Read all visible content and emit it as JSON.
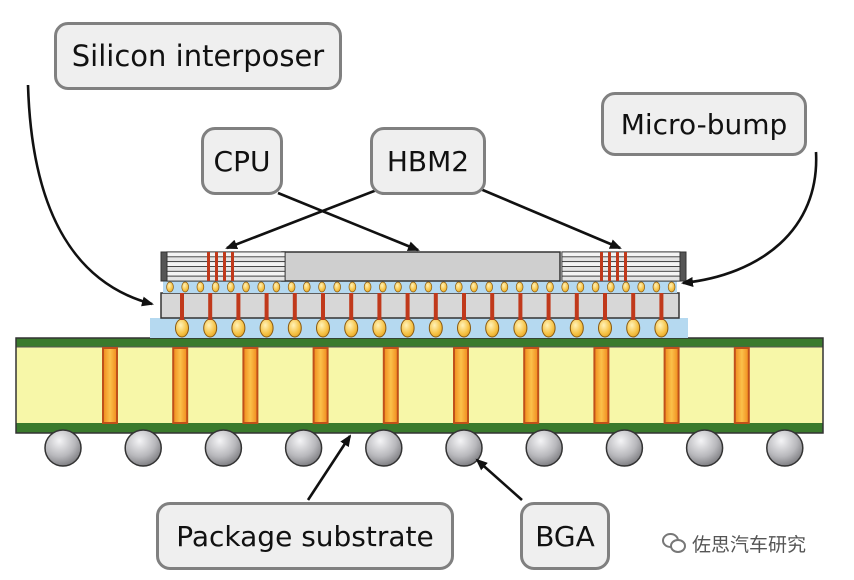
{
  "labels": {
    "silicon_interposer": "Silicon interposer",
    "micro_bump": "Micro-bump",
    "cpu": "CPU",
    "hbm2": "HBM2",
    "package_substrate": "Package substrate",
    "bga": "BGA"
  },
  "watermark": {
    "text": "佐思汽车研究",
    "icon": "wechat-icon"
  },
  "colors": {
    "substrate_fill": "#f7f7a8",
    "substrate_edge": "#3a7a2c",
    "via_fill": "#f5a623",
    "via_edge": "#c0501a",
    "interposer_fill": "#d7d7d7",
    "underfill": "#b5d9f0",
    "bump_fill": "#f6c244",
    "tsv": "#c0391b",
    "ball_fill": "#c8c8cc",
    "label_bg": "#efefef",
    "label_border": "#808080"
  },
  "counts": {
    "substrate_vias": 10,
    "bga_balls": 10,
    "c4_bumps": 18,
    "micro_bumps": 34,
    "interposer_tsvs": 18,
    "hbm_layers": 6
  }
}
